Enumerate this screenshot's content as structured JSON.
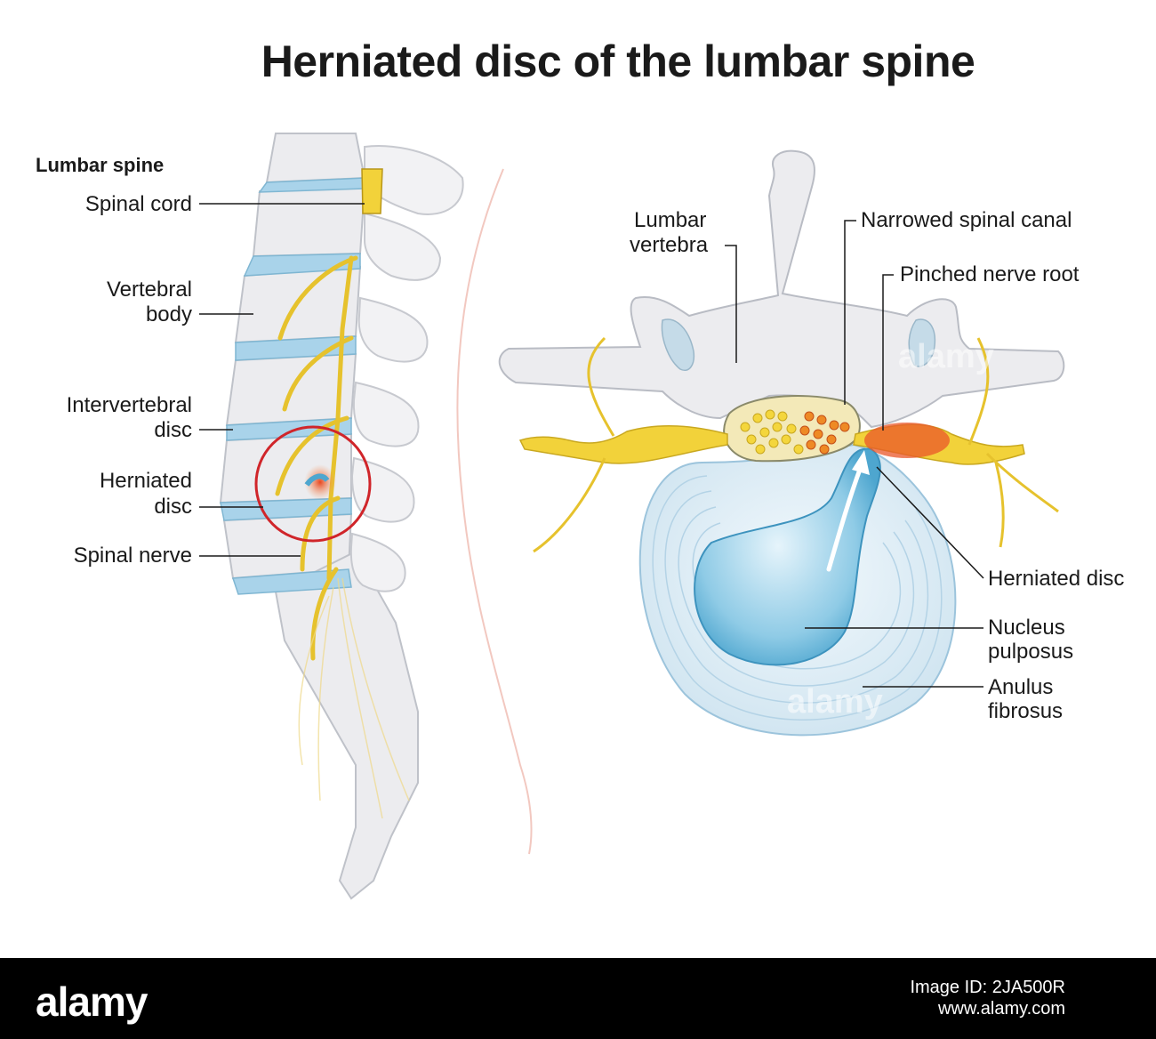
{
  "title": "Herniated disc of the lumbar spine",
  "left_panel": {
    "heading": "Lumbar spine",
    "labels": {
      "spinal_cord": "Spinal cord",
      "vertebral_body_1": "Vertebral",
      "vertebral_body_2": "body",
      "intervertebral_disc_1": "Intervertebral",
      "intervertebral_disc_2": "disc",
      "herniated_disc_1": "Herniated",
      "herniated_disc_2": "disc",
      "spinal_nerve": "Spinal nerve"
    }
  },
  "right_panel": {
    "labels": {
      "lumbar_vertebra_1": "Lumbar",
      "lumbar_vertebra_2": "vertebra",
      "narrowed_spinal_canal": "Narrowed spinal canal",
      "pinched_nerve_root": "Pinched nerve root",
      "herniated_disc": "Herniated disc",
      "nucleus_pulposus_1": "Nucleus",
      "nucleus_pulposus_2": "pulposus",
      "anulus_fibrosus_1": "Anulus",
      "anulus_fibrosus_2": "fibrosus"
    }
  },
  "colors": {
    "bone": "#e9e9ec",
    "bone_stroke": "#b9bcc4",
    "disc_blue": "#a9d3ea",
    "nerve_yellow": "#f2d23a",
    "highlight_red": "#d0252a",
    "inflamed_orange": "#e9572a"
  },
  "watermark": "alamy",
  "footer": {
    "brand": "alamy",
    "image_id": "Image ID: 2JA500R",
    "url": "www.alamy.com"
  }
}
